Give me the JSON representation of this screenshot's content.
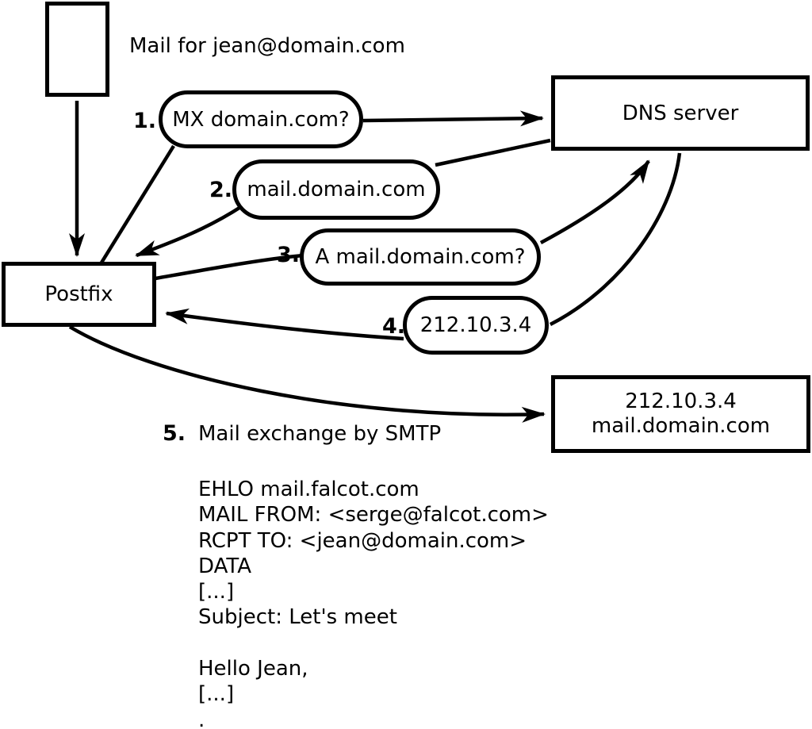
{
  "colors": {
    "ink": "#000000",
    "background": "#ffffff"
  },
  "diagram": {
    "mail_note": "Mail for jean@domain.com",
    "nodes": {
      "postfix": {
        "label": "Postfix"
      },
      "dns": {
        "label": "DNS server"
      },
      "mail_server": {
        "line1": "212.10.3.4",
        "line2": "mail.domain.com"
      }
    },
    "steps": [
      {
        "num": "1.",
        "label": "MX domain.com?"
      },
      {
        "num": "2.",
        "label": "mail.domain.com"
      },
      {
        "num": "3.",
        "label": "A mail.domain.com?"
      },
      {
        "num": "4.",
        "label": "212.10.3.4"
      },
      {
        "num": "5.",
        "label": "Mail exchange by SMTP"
      }
    ],
    "smtp_session": {
      "lines": [
        "EHLO mail.falcot.com",
        "MAIL FROM: <serge@falcot.com>",
        "RCPT TO: <jean@domain.com>",
        "DATA",
        "[...]",
        "Subject: Let's meet",
        "",
        "Hello Jean,",
        "[...]",
        "."
      ]
    }
  }
}
